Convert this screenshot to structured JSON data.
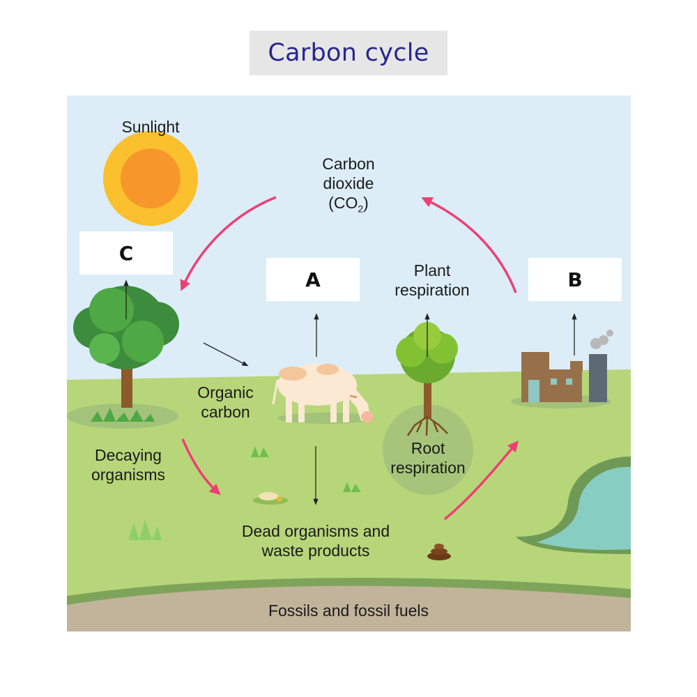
{
  "title": "Carbon cycle",
  "labels": {
    "sunlight": "Sunlight",
    "co2_line1": "Carbon",
    "co2_line2": "dioxide",
    "co2_line3_pre": "(CO",
    "co2_line3_sub": "2",
    "co2_line3_post": ")",
    "plant_resp_line1": "Plant",
    "plant_resp_line2": "respiration",
    "organic_line1": "Organic",
    "organic_line2": "carbon",
    "decaying_line1": "Decaying",
    "decaying_line2": "organisms",
    "root_line1": "Root",
    "root_line2": "respiration",
    "dead_line1": "Dead organisms and",
    "dead_line2": "waste products",
    "fossils": "Fossils and fossil fuels"
  },
  "boxes": {
    "a": "A",
    "b": "B",
    "c": "C"
  },
  "colors": {
    "title_text": "#27268e",
    "title_bg": "#e6e6e6",
    "sky": "#dcedf7",
    "ground": "#b7d67a",
    "soil": "#c2b49b",
    "water": "#88cdc1",
    "cycle_arrow": "#ee3f74",
    "sun_outer": "#fbc02d",
    "sun_inner": "#f7962b"
  }
}
